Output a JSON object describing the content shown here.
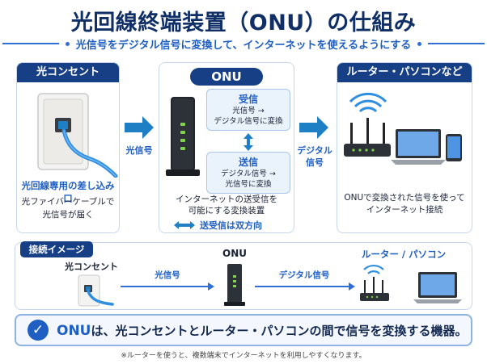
{
  "title": "光回線終端装置（ONU）の仕組み",
  "subtitle": "光信号をデジタル信号に変換して、インターネットを使えるようにする",
  "left_panel": {
    "header": "光コンセント",
    "caption_title": "光回線専用の差し込み口",
    "caption_line1": "光ファイバーケーブルで",
    "caption_line2": "光信号が届く"
  },
  "arrow_left_label": "光信号",
  "center_panel": {
    "header": "ONU",
    "receive_title": "受信",
    "receive_line1": "光信号 →",
    "receive_line2": "デジタル信号に変換",
    "send_title": "送信",
    "send_line1": "デジタル信号 →",
    "send_line2": "光信号に変換",
    "caption_line1": "インターネットの送受信を",
    "caption_line2": "可能にする変換装置",
    "bidirectional": "送受信は双方向"
  },
  "arrow_right_label_line1": "デジタル",
  "arrow_right_label_line2": "信号",
  "right_panel": {
    "header": "ルーター・パソコンなど",
    "caption_line1": "ONUで変換された信号を使って",
    "caption_line2": "インターネット接続"
  },
  "flow": {
    "header": "接続イメージ",
    "outlet_label": "光コンセント",
    "signal1_label": "光信号",
    "onu_label": "ONU",
    "signal2_label": "デジタル信号",
    "devices_label": "ルーター / パソコン"
  },
  "bottom_strong": "ONU",
  "bottom_rest": "は、光コンセントとルーター・パソコンの間で信号を変換する機器。",
  "note": "※ルーターを使うと、複数端末でインターネットを利用しやすくなります。",
  "colors": {
    "navy": "#173f86",
    "blue": "#1f5fc4",
    "arrow": "#1f7fc4",
    "led": "#7dd34a"
  }
}
